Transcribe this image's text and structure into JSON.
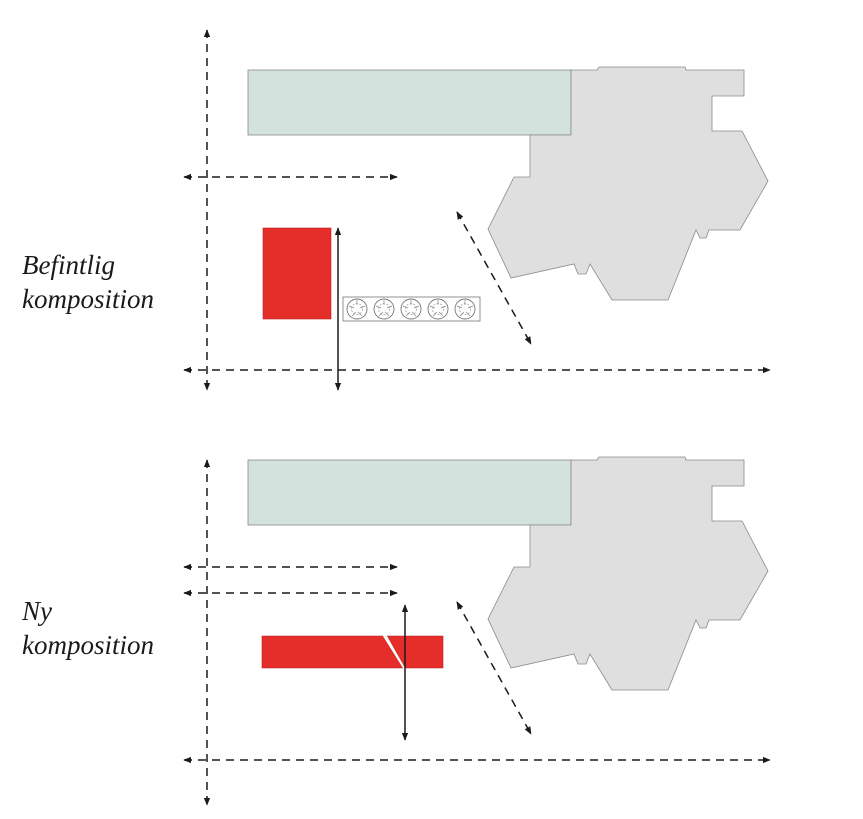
{
  "panels": [
    {
      "id": "existing",
      "label_line1": "Befintlig",
      "label_line2": "komposition"
    },
    {
      "id": "new",
      "label_line1": "Ny",
      "label_line2": "komposition"
    }
  ],
  "colors": {
    "red_building": "#e52d2a",
    "green_building": "#d3e2dd",
    "grey_building": "#e0dfe0",
    "outline": "#8a8a8a",
    "arrow": "#1a1a1a"
  }
}
